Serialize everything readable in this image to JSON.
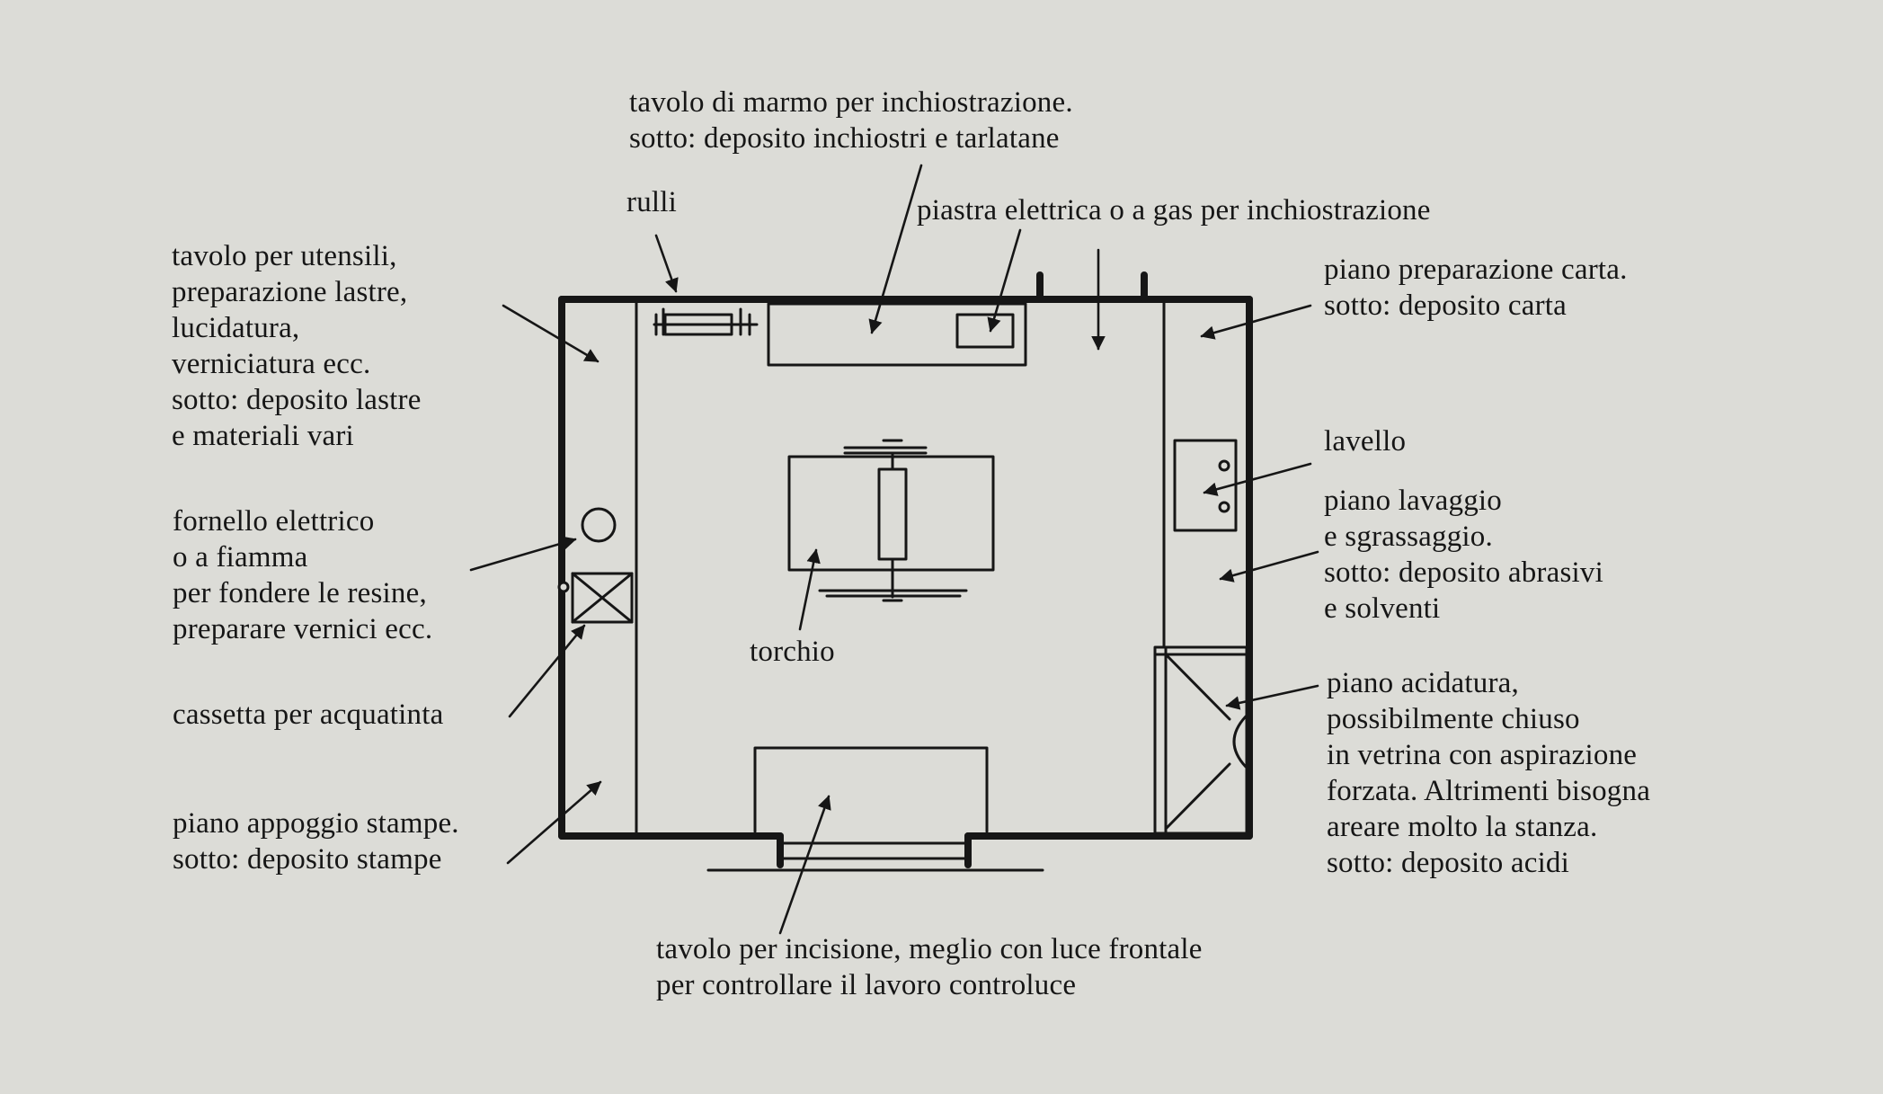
{
  "labels": {
    "marble_table": [
      "tavolo di marmo per inchiostrazione.",
      "sotto: deposito inchiostri e tarlatane"
    ],
    "rollers": [
      "rulli"
    ],
    "hotplate": [
      "piastra elettrica o a gas per inchiostrazione"
    ],
    "tool_table": [
      "tavolo per utensili,",
      "preparazione lastre,",
      "lucidatura,",
      "verniciatura ecc.",
      "sotto: deposito lastre",
      "e materiali vari"
    ],
    "paper_prep": [
      "piano preparazione carta.",
      "sotto: deposito carta"
    ],
    "sink": [
      "lavello"
    ],
    "washing": [
      "piano lavaggio",
      "e sgrassaggio.",
      "sotto: deposito abrasivi",
      "e solventi"
    ],
    "stove": [
      "fornello elettrico",
      "o a fiamma",
      "per fondere le resine,",
      "preparare vernici ecc."
    ],
    "press": [
      "torchio"
    ],
    "aquatint_box": [
      "cassetta per acquatinta"
    ],
    "acid_bench": [
      "piano acidatura,",
      "possibilmente chiuso",
      "in vetrina con aspirazione",
      "forzata. Altrimenti bisogna",
      "areare molto la stanza.",
      "sotto: deposito acidi"
    ],
    "print_rest": [
      "piano appoggio stampe.",
      "sotto: deposito stampe"
    ],
    "engraving_table": [
      "tavolo per incisione, meglio con luce frontale",
      "per controllare il lavoro controluce"
    ]
  }
}
